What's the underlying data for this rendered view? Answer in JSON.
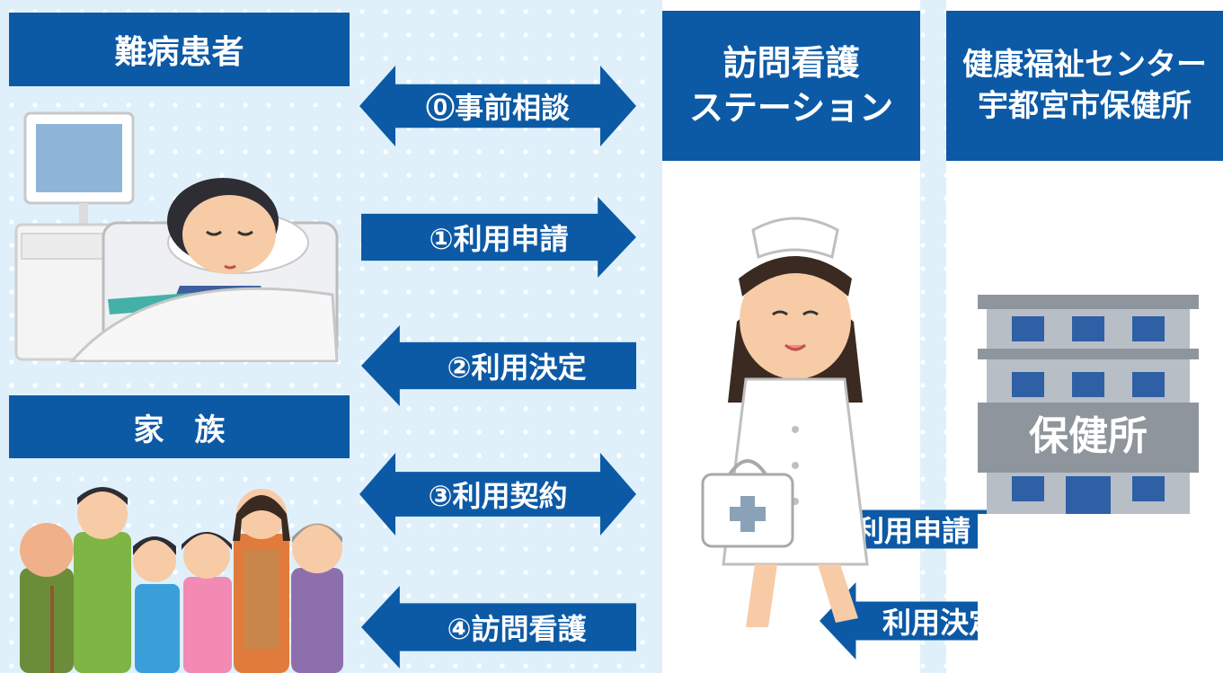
{
  "actors": {
    "patient": "難病患者",
    "family": "家　族",
    "nursing_station": [
      "訪問看護",
      "ステーション"
    ],
    "health_center": [
      "健康福祉センター",
      "宇都宮市保健所"
    ]
  },
  "steps": [
    {
      "label": "⓪事前相談",
      "direction": "both"
    },
    {
      "label": "①利用申請",
      "direction": "right"
    },
    {
      "label": "②利用決定",
      "direction": "left"
    },
    {
      "label": "③利用契約",
      "direction": "both"
    },
    {
      "label": "④訪問看護",
      "direction": "left"
    }
  ],
  "center_flows": [
    {
      "label": "利用申請",
      "direction": "right"
    },
    {
      "label": "利用決定",
      "direction": "left"
    }
  ],
  "building_sign": "保健所",
  "colors": {
    "box": "#0c5aa6",
    "background": "#dff0fb",
    "text": "#ffffff"
  }
}
